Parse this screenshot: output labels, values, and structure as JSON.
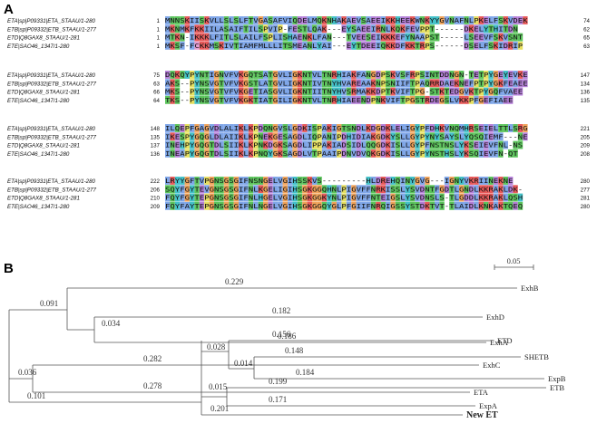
{
  "panels": {
    "a": "A",
    "b": "B"
  },
  "alignment": {
    "colors": {
      "blue": "#7fa6e8",
      "green": "#5cc45c",
      "red": "#e85a5a",
      "purple": "#b57fd8",
      "cyan": "#44c1c9",
      "orange": "#f1a35a",
      "yellow": "#e6e060",
      "pink": "#e59ad0",
      "gray": "#bfbfbf"
    },
    "blocks": [
      {
        "rows": [
          {
            "name": "ETA|sp|P09331|ETA_STAAU/1-280",
            "start": "1",
            "seq": "MNNSKIISKVLLSLSLFTVGASAFVIQDELMQKNHAKAEVSAEEIKKHEEKWNKYYGVNAFNLPKELFSKVDEK",
            "end": "74"
          },
          {
            "name": "ETB|sp|P09332|ETB_STAAU/1-277",
            "start": "1",
            "seq": "MKNMKFKKIILASAIFTILSPVIP-FESTLQAK---EYSAEEIRNLKQKFEVPPT------DKELYTHITDN",
            "end": "62"
          },
          {
            "name": "ETD|Q8GAX8_STAAU/1-281",
            "start": "1",
            "seq": "MTKN-IKKKLFITLSLAILFSPLISHAENKLFAN---TVEESEIKKKEFYNAAPST-----LSEEVFSKVSNT",
            "end": "65"
          },
          {
            "name": "ETE|SAO46_1347/1-280",
            "start": "1",
            "seq": "MKSF-FCKKMSKIVTIAMFMLLLITSMEANLYAI---EYTDEEIQKKDFKKTRPS------DSELFSKIDRIP",
            "end": "63"
          }
        ]
      },
      {
        "rows": [
          {
            "name": "ETA|sp|P09331|ETA_STAAU/1-280",
            "start": "75",
            "seq": "DQKQYPYNTIGNVFVKGQTSATGVLIGKNTVLTNRHIAKFANGDPSKVSFRPSINTDDNGN-TETPYGEYEVKE",
            "end": "147"
          },
          {
            "name": "ETB|sp|P09332|ETB_STAAU/1-277",
            "start": "63",
            "seq": "AKS--PYNSVGTVFVKGSTLATGVLIGKNTIVTNYHVAREAAKNPSNIIFTPAQRRDAEKNEFPTPYGKFEAEE",
            "end": "134"
          },
          {
            "name": "ETD|Q8GAX8_STAAU/1-281",
            "start": "66",
            "seq": "MKS--PYNSVGTVFVKGETIASGVLIGKNTIITNYHVSRMAKKDPTKVIFTPG-STKTEDGVKTPYGQFVAEE",
            "end": "136"
          },
          {
            "name": "ETE|SAO46_1347/1-280",
            "start": "64",
            "seq": "TKS--PYNSVGTVFVKGKTIATGILIGKNTVLTNRHIAEENDPNKVIFTPGSTRDEGSLVKKPFGEFIAEE",
            "end": "135"
          }
        ]
      },
      {
        "rows": [
          {
            "name": "ETA|sp|P09331|ETA_STAAU/1-280",
            "start": "148",
            "seq": "ILQEPFGAGVDLALIKLKPDQNGVSLGDKISPAKIGTSNDLKDGDKLELIGYPFDHKVNQMHRSEIELTTLSRG",
            "end": "221"
          },
          {
            "name": "ETB|sp|P09332|ETB_STAAU/1-277",
            "start": "135",
            "seq": "IKESPYGQGLDLAIIKLKPNEKGESAGDLIQPANIPDHIDIAKGDKYSLLGYPYNYSAYSLYQSQIEMF---NE",
            "end": "205"
          },
          {
            "name": "ETD|Q8GAX8_STAAU/1-281",
            "start": "137",
            "seq": "INEHPYGQGTDLSIIKLKPNKDGKSAGDLIPPAKIADSIDLQQGDKISLLGYPFNSTNSLYKSEIEVFNL-NS",
            "end": "209"
          },
          {
            "name": "ETE|SAO46_1347/1-280",
            "start": "136",
            "seq": "INEAPYGQGTDLSIIKLKPNQYGKSAGDLVTPAAIPDNVDVQKGDKISLLGYPYNSTHSLYKSQIEVFN-QT",
            "end": "208"
          }
        ]
      },
      {
        "rows": [
          {
            "name": "ETA|sp|P09331|ETA_STAAU/1-280",
            "start": "222",
            "seq": "LRYYGFTVPGNSGSGIFNSNGELVGIHSSKVS---------HLDREHQINYGVG---IGNYVKRIINEKNE",
            "end": "280"
          },
          {
            "name": "ETB|sp|P09332|ETB_STAAU/1-277",
            "start": "206",
            "seq": "SQYFGYTEVGNSGSGIFNLKGELIGIHSGKGGQHNLPIGVFFNRKISSLYSVDNTFGDTLGNDLKKRAKLDK-",
            "end": "277"
          },
          {
            "name": "ETD|Q8GAX8_STAAU/1-281",
            "start": "210",
            "seq": "FQYFGYTEPGNSGSGIFNLHGELVGIHSGKGGKYNLPIGVFFNTEIGSLYSVDNSLS-TLGDDLKKRAKLQSH",
            "end": "281"
          },
          {
            "name": "ETE|SAO46_1347/1-280",
            "start": "209",
            "seq": "FQYFAYTEPGNSGSGIFNLNGELVGIHSGKGGQYGLPFGIIFNRQIGSSYSTDKTVT-TLAIDLKNKAKTQEQ",
            "end": "280"
          }
        ]
      }
    ]
  },
  "tree": {
    "scale_label": "0.05",
    "branch_labels": [
      "0.229",
      "0.091",
      "0.182",
      "0.034",
      "0.186",
      "0.282",
      "0.036",
      "0.278",
      "0.156",
      "0.028",
      "0.148",
      "0.014",
      "0.184",
      "0.015",
      "0.199",
      "0.171",
      "0.101",
      "0.201"
    ],
    "leaves": [
      "ExhB",
      "ExhD",
      "ExhA",
      "ExhC",
      "ETA",
      "ETD",
      "SHETB",
      "ExpB",
      "ETB",
      "ExpA",
      "New ET"
    ]
  }
}
